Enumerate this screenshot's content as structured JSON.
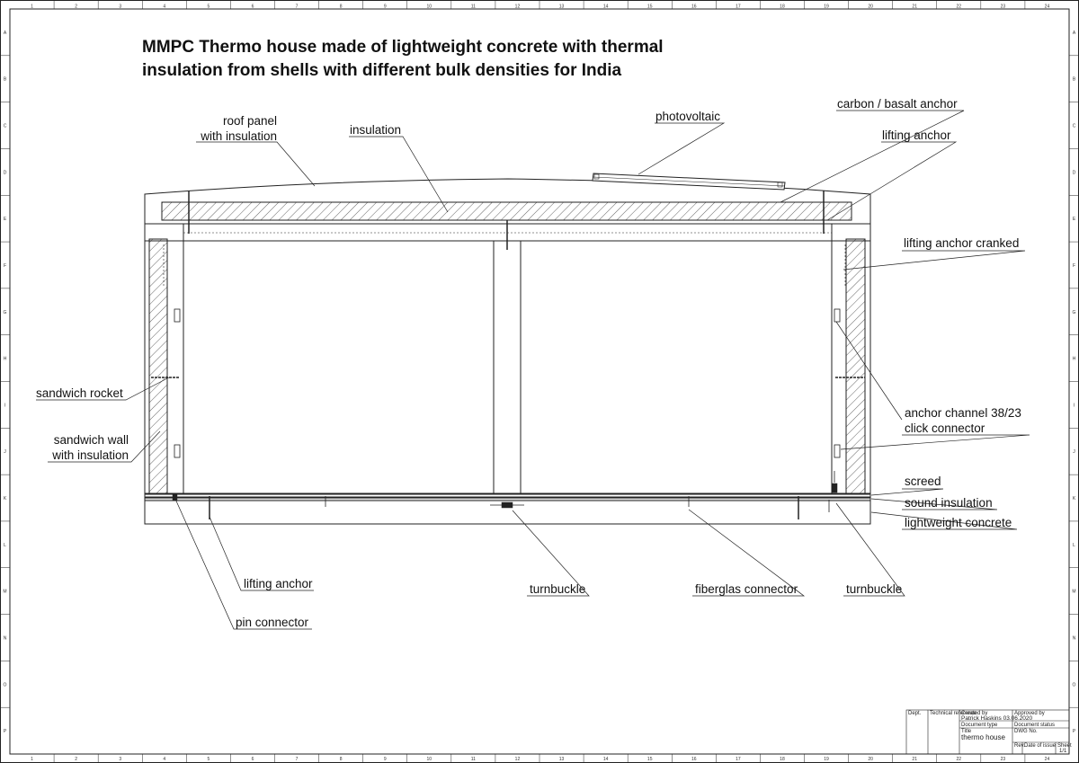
{
  "title": {
    "line1": "MMPC Thermo house made of lightweight concrete with thermal",
    "line2": "insulation from shells with different bulk densities for India"
  },
  "frame": {
    "columns": [
      "1",
      "2",
      "3",
      "4",
      "5",
      "6",
      "7",
      "8",
      "9",
      "10",
      "11",
      "12",
      "13",
      "14",
      "15",
      "16",
      "17",
      "18",
      "19",
      "20",
      "21",
      "22",
      "23",
      "24"
    ],
    "rows": [
      "A",
      "B",
      "C",
      "D",
      "E",
      "F",
      "G",
      "H",
      "I",
      "J",
      "K",
      "L",
      "M",
      "N",
      "O",
      "P"
    ]
  },
  "labels": {
    "roof_panel_1": "roof panel",
    "roof_panel_2": "with insulation",
    "insulation": "insulation",
    "photovoltaic": "photovoltaic",
    "carbon_basalt_anchor": "carbon / basalt anchor",
    "lifting_anchor_top": "lifting anchor",
    "lifting_anchor_cranked": "lifting anchor cranked",
    "sandwich_rocket": "sandwich rocket",
    "sandwich_wall_1": "sandwich wall",
    "sandwich_wall_2": "with insulation",
    "anchor_channel_1": "anchor channel 38/23",
    "anchor_channel_2": "click connector",
    "screed": "screed",
    "sound_insulation": "sound insulation",
    "lightweight_concrete": "lightweight concrete",
    "lifting_anchor_bottom": "lifting anchor",
    "pin_connector": "pin connector",
    "turnbuckle_center": "turnbuckle",
    "fiberglas_connector": "fiberglas connector",
    "turnbuckle_right": "turnbuckle"
  },
  "title_block": {
    "dept_label": "Dept.",
    "technical_reference_label": "Technical reference",
    "created_by_label": "Created by",
    "created_by": "Patrick Haskins 03.06.2020",
    "approved_by_label": "Approved by",
    "document_type_label": "Document type",
    "document_status_label": "Document status",
    "title_label": "Title",
    "title": "thermo house",
    "dwg_no_label": "DWG No.",
    "rev_label": "Rev.",
    "date_of_issue_label": "Date of issue",
    "sheet_label": "Sheet",
    "sheet": "1/1"
  }
}
